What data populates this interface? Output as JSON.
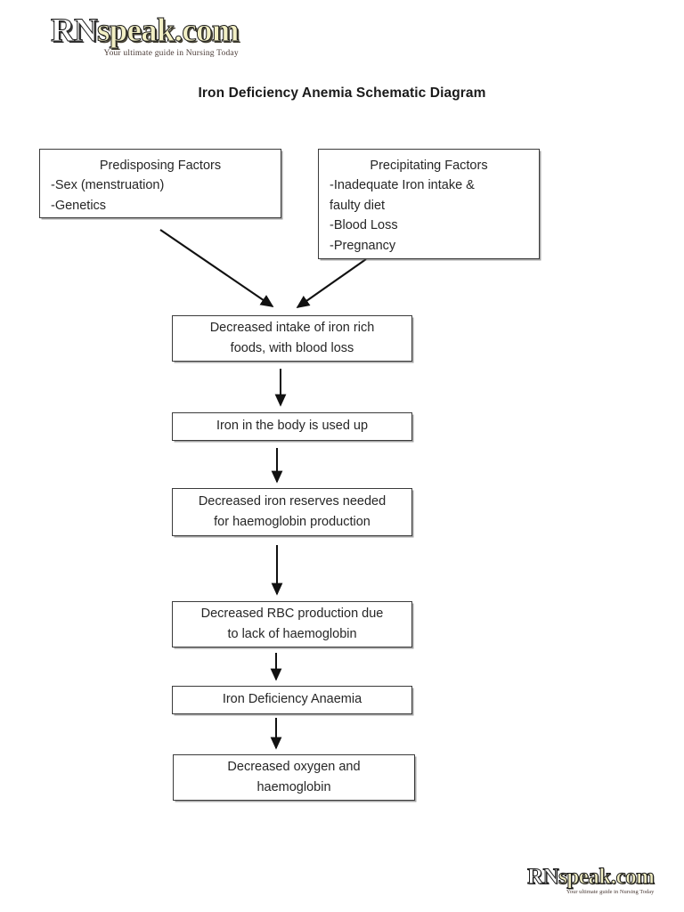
{
  "document": {
    "title": "Iron Deficiency Anemia Schematic Diagram"
  },
  "brand": {
    "word_primary": "RN",
    "word_secondary": "speak.com",
    "tagline": "Your ultimate guide in Nursing Today",
    "color_primary": "#ffffff",
    "color_secondary": "#f2efc4",
    "color_outline": "#1a1a1a"
  },
  "diagram": {
    "type": "flowchart",
    "border_color": "#3b3b3b",
    "background": "#ffffff",
    "nodes": [
      {
        "id": "predisposing",
        "heading": "Predisposing Factors",
        "items": [
          "-Sex (menstruation)",
          "-Genetics"
        ]
      },
      {
        "id": "precipitating",
        "heading": "Precipitating Factors",
        "items": [
          "-Inadequate Iron intake &",
          "faulty diet",
          "-Blood Loss",
          "-Pregnancy"
        ]
      },
      {
        "id": "decreased-intake",
        "lines": [
          "Decreased intake of iron rich",
          "foods, with blood loss"
        ]
      },
      {
        "id": "iron-used-up",
        "lines": [
          "Iron in the body is used up"
        ]
      },
      {
        "id": "decreased-reserves",
        "lines": [
          "Decreased iron reserves needed",
          "for haemoglobin production"
        ]
      },
      {
        "id": "decreased-rbc",
        "lines": [
          "Decreased RBC production due",
          "to lack of haemoglobin"
        ]
      },
      {
        "id": "ida",
        "lines": [
          "Iron Deficiency Anaemia"
        ]
      },
      {
        "id": "decreased-oxygen",
        "lines": [
          "Decreased oxygen and",
          "haemoglobin"
        ]
      }
    ],
    "edges": [
      {
        "from": "predisposing",
        "to": "decreased-intake",
        "style": "diagonal-arrow"
      },
      {
        "from": "precipitating",
        "to": "decreased-intake",
        "style": "diagonal-arrow"
      },
      {
        "from": "decreased-intake",
        "to": "iron-used-up",
        "style": "vertical-arrow"
      },
      {
        "from": "iron-used-up",
        "to": "decreased-reserves",
        "style": "vertical-arrow"
      },
      {
        "from": "decreased-reserves",
        "to": "decreased-rbc",
        "style": "vertical-arrow"
      },
      {
        "from": "decreased-rbc",
        "to": "ida",
        "style": "vertical-arrow"
      },
      {
        "from": "ida",
        "to": "decreased-oxygen",
        "style": "vertical-arrow"
      }
    ]
  }
}
